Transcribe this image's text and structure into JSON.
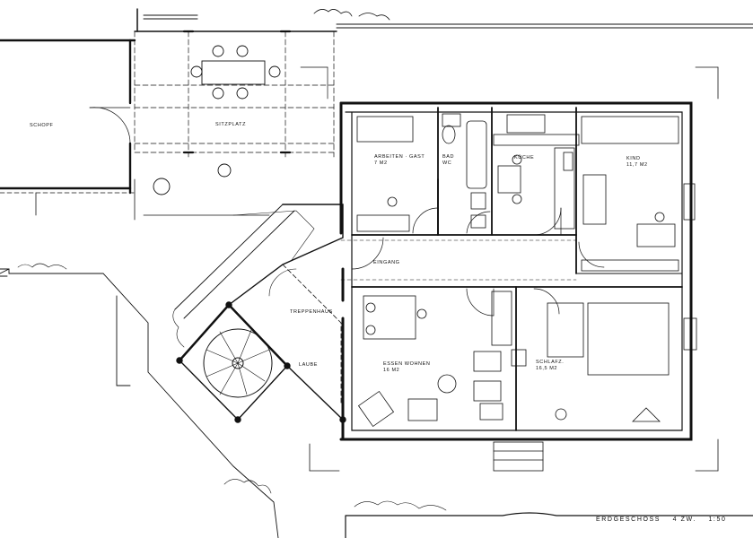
{
  "rooms": {
    "schopf": {
      "name": "SCHOPF"
    },
    "sitzplatz": {
      "name": "SITZPLATZ"
    },
    "arbeiten_gast": {
      "name": "ARBEITEN · GAST",
      "area": "7 M2"
    },
    "bad_wc": {
      "name": "BAD",
      "name2": "WC"
    },
    "kueche": {
      "name": "KÜCHE"
    },
    "kind": {
      "name": "KIND",
      "area": "11,7 M2"
    },
    "eingang": {
      "name": "EINGANG"
    },
    "treppenhaus": {
      "name": "TREPPENHAUS"
    },
    "laube": {
      "name": "LAUBE"
    },
    "essen_wohnen": {
      "name": "ESSEN  WOHNEN",
      "area": "16 M2"
    },
    "schlafz": {
      "name": "SCHLAFZ.",
      "area": "16,5 M2"
    }
  },
  "title_block": {
    "floor": "ERDGESCHOSS",
    "type": "4 ZW.",
    "scale": "1:50"
  },
  "colors": {
    "ink": "#111111",
    "paper": "#ffffff",
    "hatch": "#555555"
  }
}
